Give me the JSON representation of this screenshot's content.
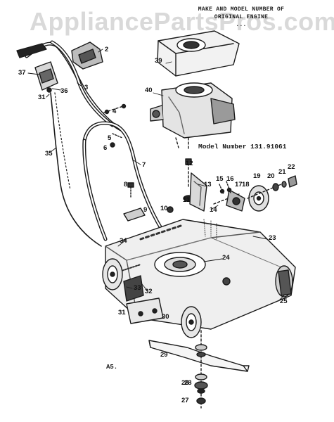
{
  "watermark": "AppliancePartsPros.com",
  "header": {
    "line1": "MAKE AND MODEL NUMBER OF",
    "line2": "ORIGINAL ENGINE",
    "line3": "..."
  },
  "model_number_label": "Model Number 131.91061",
  "figure_tag": "A5.",
  "callouts": [
    "2",
    "37",
    "36",
    "31",
    "3",
    "4",
    "5",
    "6",
    "35",
    "7",
    "8",
    "9",
    "10",
    "11",
    "12",
    "13",
    "14",
    "15",
    "16",
    "17",
    "18",
    "19",
    "20",
    "21",
    "22",
    "23",
    "24",
    "25",
    "26",
    "27",
    "28",
    "29",
    "30",
    "32",
    "33",
    "34",
    "39",
    "40"
  ]
}
